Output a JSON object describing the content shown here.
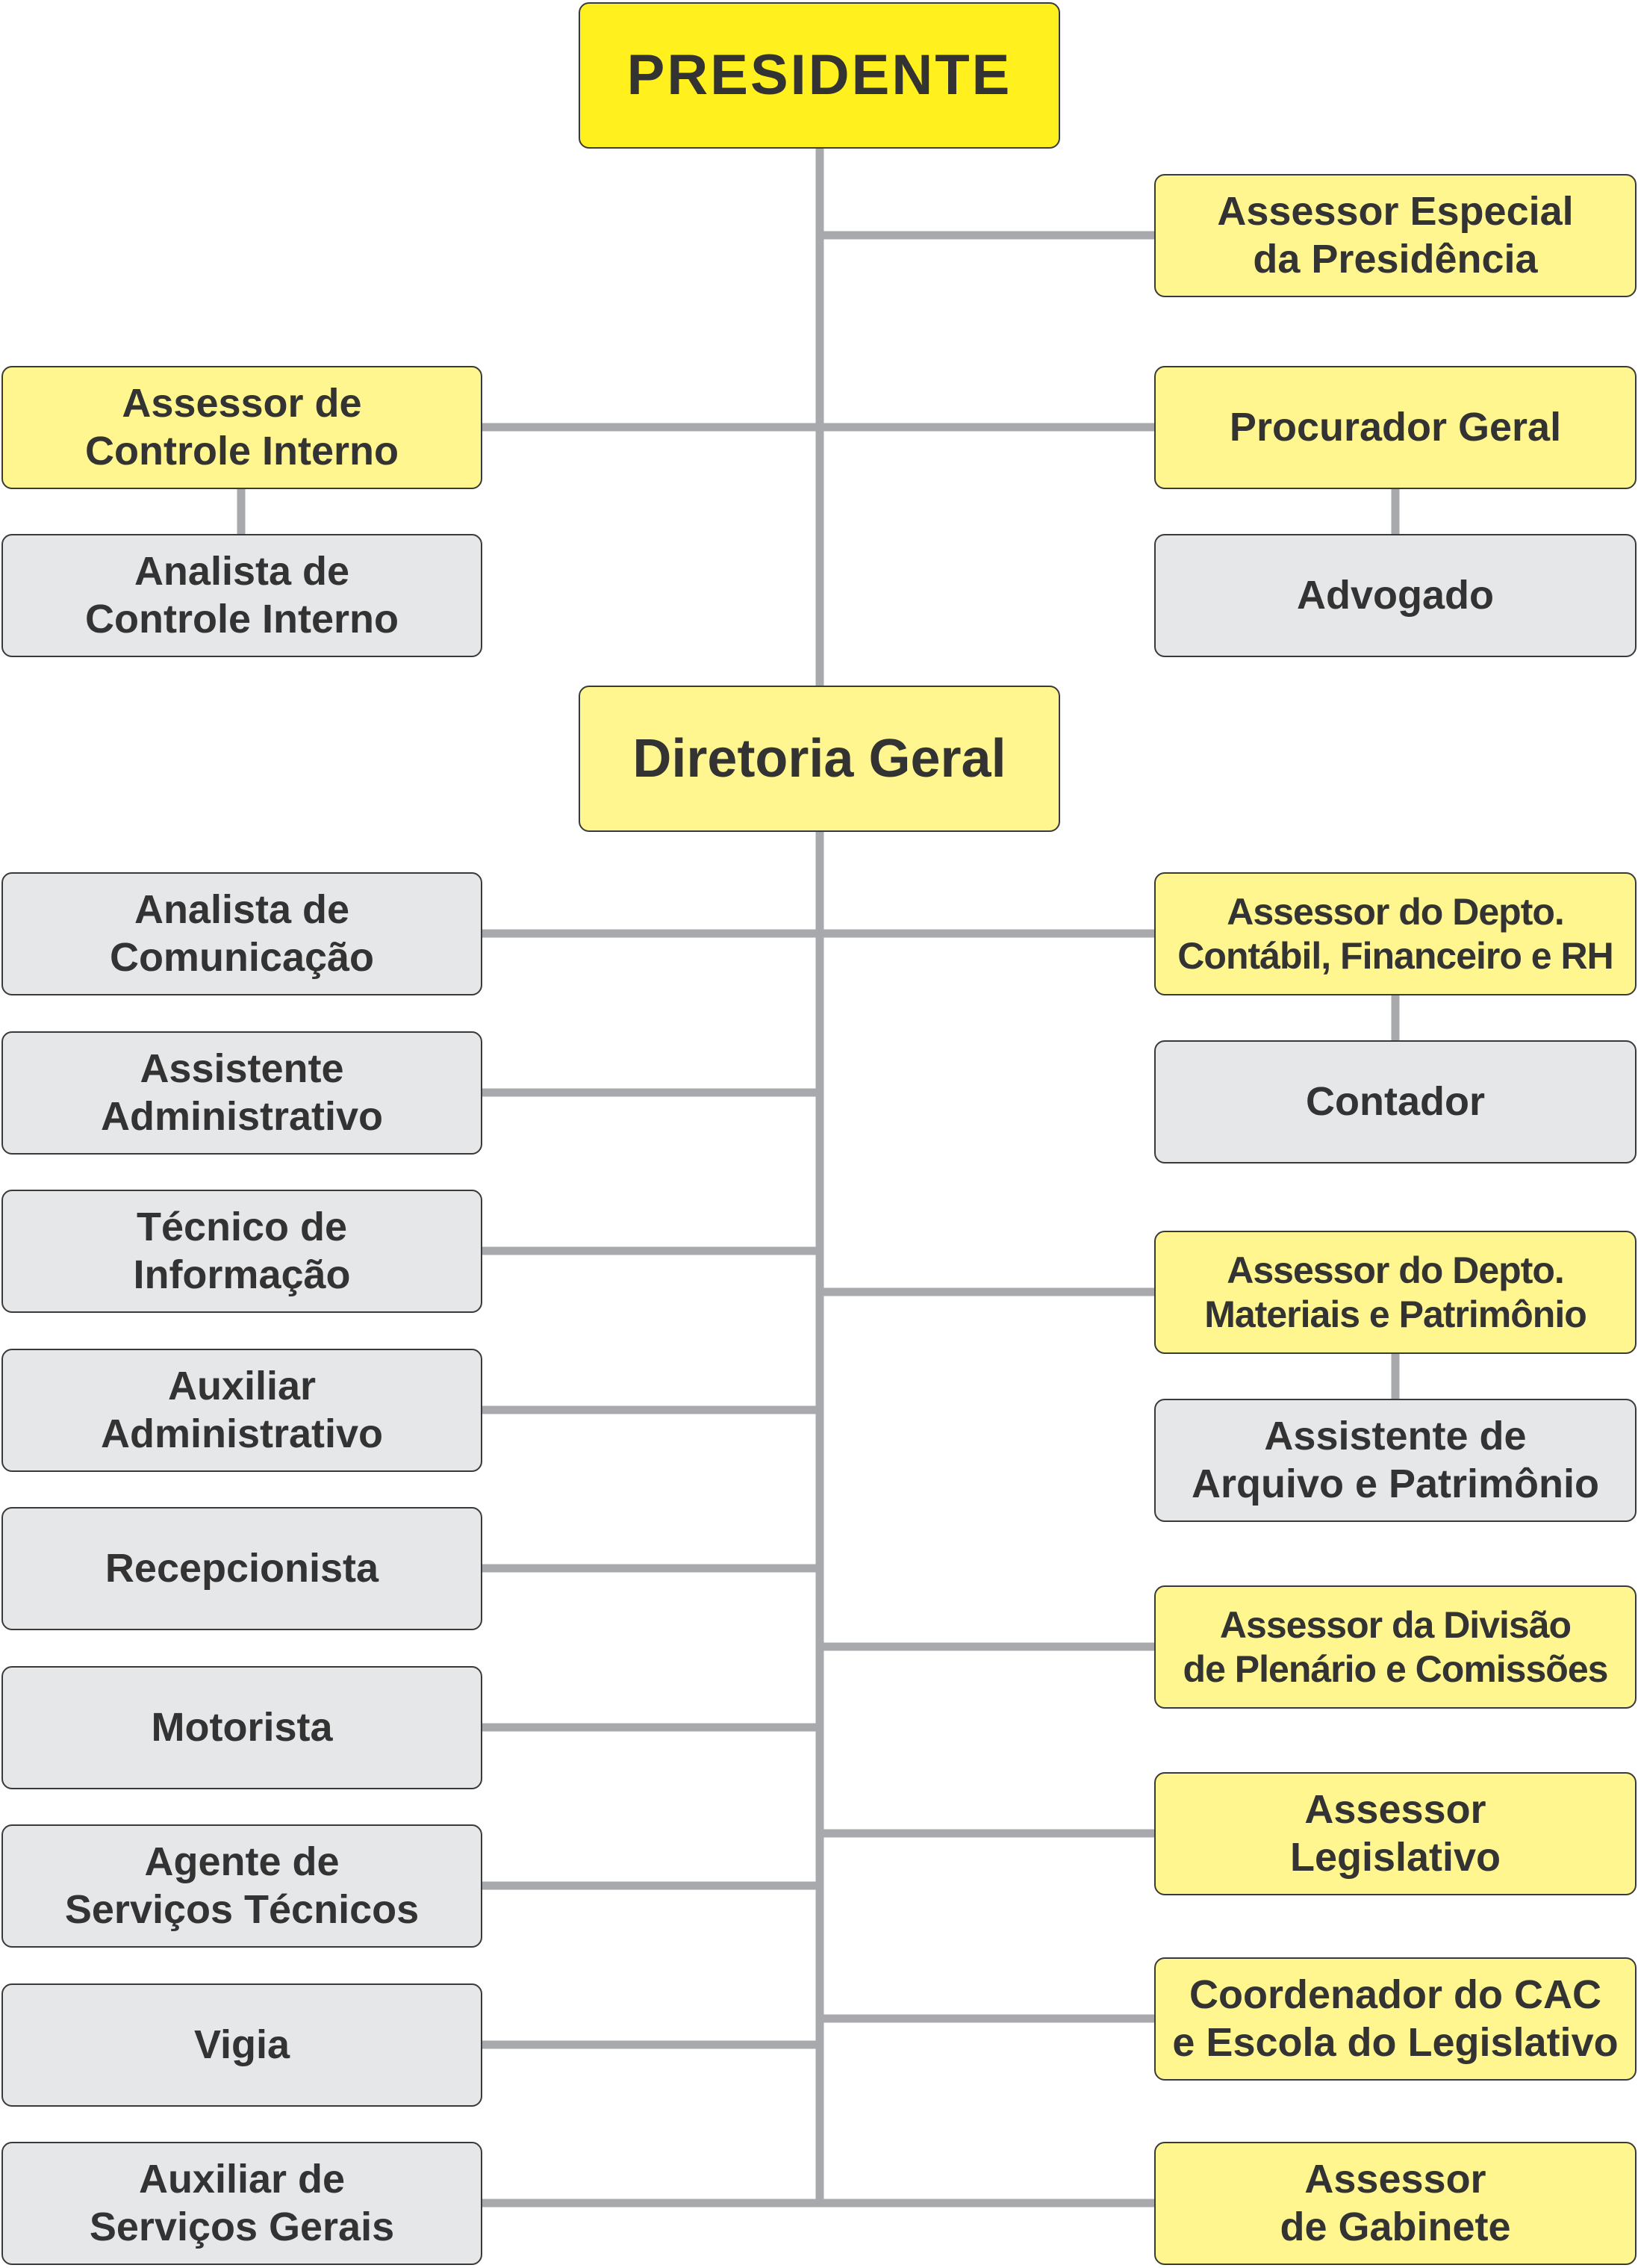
{
  "chart": {
    "president": "PRESIDENTE",
    "special_advisor": "Assessor Especial\nda Presidência",
    "internal_control_advisor": "Assessor de\nControle Interno",
    "internal_control_analyst": "Analista de\nControle Interno",
    "attorney_general": "Procurador Geral",
    "lawyer": "Advogado",
    "general_directorate": "Diretoria Geral",
    "left_column": [
      "Analista de\nComunicação",
      "Assistente\nAdministrativo",
      "Técnico de\nInformação",
      "Auxiliar\nAdministrativo",
      "Recepcionista",
      "Motorista",
      "Agente de\nServiços Técnicos",
      "Vigia",
      "Auxiliar de\nServiços Gerais"
    ],
    "right_column": {
      "accounting_advisor": "Assessor do Depto.\nContábil, Financeiro e RH",
      "accountant": "Contador",
      "materials_advisor": "Assessor do Depto.\nMateriais e Patrimônio",
      "archive_assistant": "Assistente de\nArquivo e Patrimônio",
      "plenary_advisor": "Assessor da Divisão\nde Plenário e Comissões",
      "legislative_advisor": "Assessor\nLegislativo",
      "cac_coordinator": "Coordenador do CAC\ne Escola do Legislativo",
      "cabinet_advisor": "Assessor\nde Gabinete"
    }
  },
  "colors": {
    "president_fill": "#fff01e",
    "advisor_fill": "#fff68f",
    "staff_fill": "#e6e7e9",
    "connector": "#a7a9ac",
    "border": "#3a3a3a",
    "text": "#333333"
  }
}
